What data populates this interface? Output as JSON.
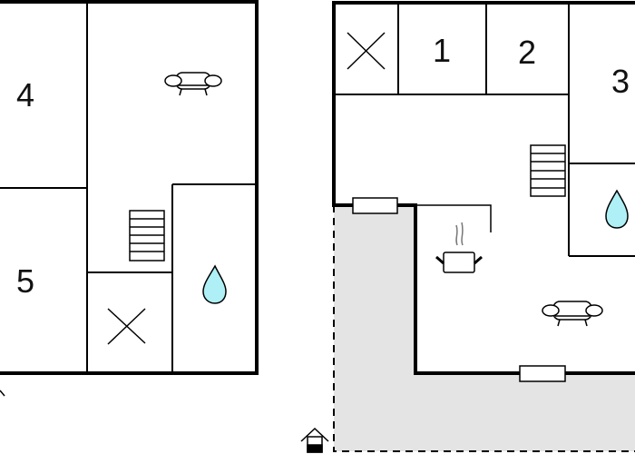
{
  "rooms": {
    "left": [
      "4",
      "5"
    ],
    "right": [
      "1",
      "2",
      "3"
    ]
  },
  "colors": {
    "wall": "#000000",
    "terrace": "#e4e4e4",
    "water": "#aef0f6"
  },
  "icons": [
    "sofa-icon",
    "stairs-icon",
    "toilet-x-icon",
    "water-drop-icon",
    "cooking-pot-icon",
    "entrance-house-icon",
    "window-icon"
  ]
}
